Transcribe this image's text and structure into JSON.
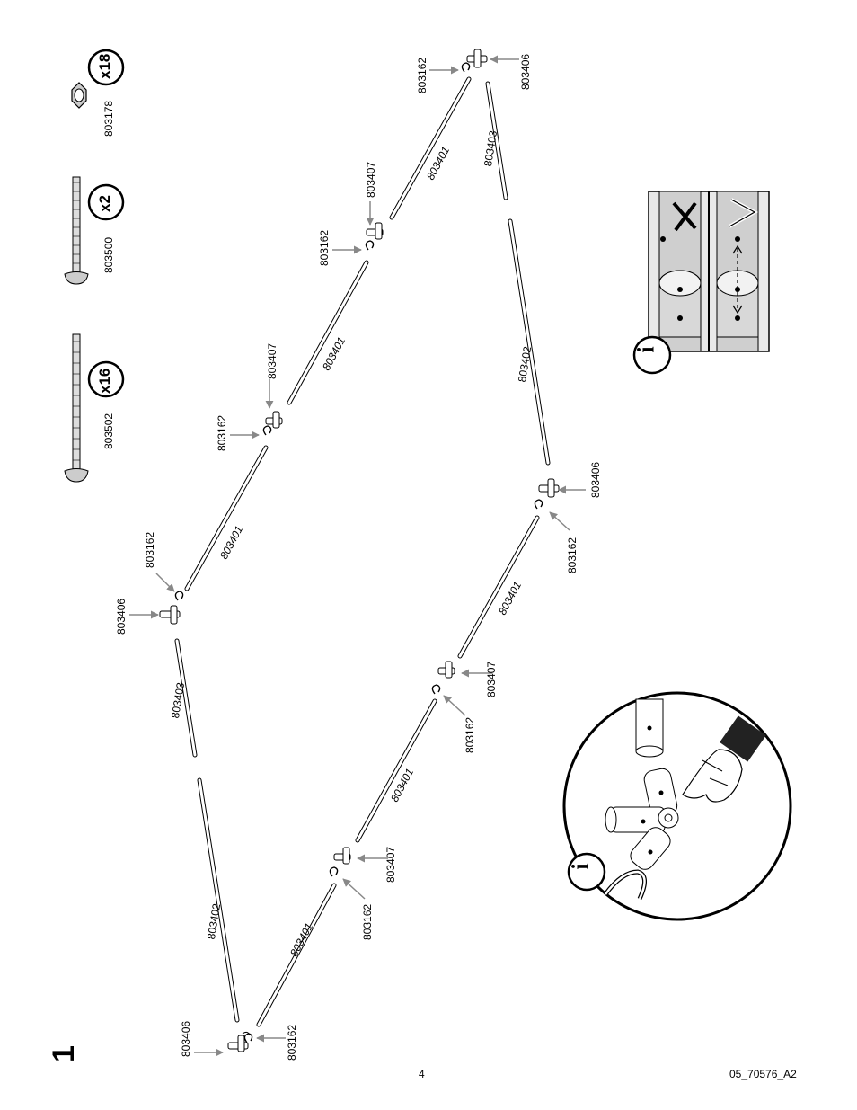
{
  "step": {
    "number": "1"
  },
  "footer": {
    "page_number": "4",
    "doc_code": "05_70576_A2"
  },
  "hardware": [
    {
      "part": "803178",
      "qty": "x18",
      "icon": "hex-nut-icon"
    },
    {
      "part": "803500",
      "qty": "x2",
      "icon": "short-bolt-icon"
    },
    {
      "part": "803502",
      "qty": "x16",
      "icon": "long-bolt-icon"
    }
  ],
  "parts": {
    "clip": "803162",
    "corner": "803406",
    "connector": "803407",
    "long_rail": "803401",
    "end_rail_long": "803402",
    "end_rail_short": "803403"
  },
  "info_icon": "i",
  "hints": {
    "wrong": "✗",
    "right": "✓"
  }
}
